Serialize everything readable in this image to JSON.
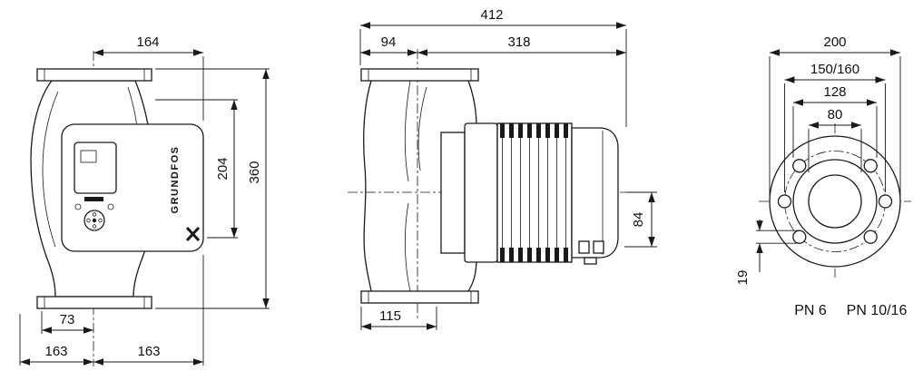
{
  "page": {
    "background": "#ffffff",
    "line_color": "#1a1a1a"
  },
  "brand": {
    "logo_text": "GRUNDFOS"
  },
  "front_view": {
    "dim_top_width": "164",
    "dim_body_height": "204",
    "dim_total_height": "360",
    "dim_offset": "73",
    "dim_left_span": "163",
    "dim_right_span": "163"
  },
  "side_view": {
    "dim_total_length": "412",
    "dim_front_length": "94",
    "dim_motor_length": "318",
    "dim_box_drop": "84",
    "dim_foot_length": "115"
  },
  "flange_view": {
    "dim_outer_diameter": "200",
    "dim_bolt_circle": "150/160",
    "dim_raised_face": "128",
    "dim_bore": "80",
    "dim_hole": "19",
    "label_pn6": "PN 6",
    "label_pn1016": "PN 10/16"
  }
}
